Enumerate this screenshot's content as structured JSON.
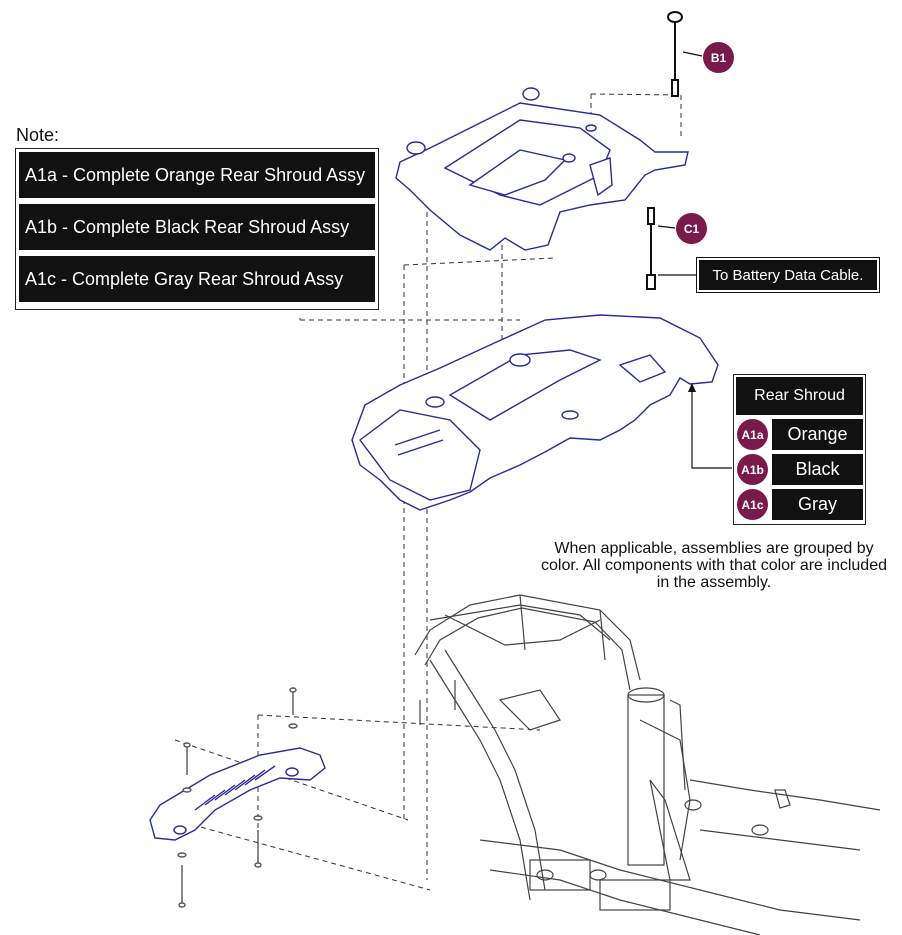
{
  "note": {
    "title": "Note:",
    "items": [
      "A1a - Complete Orange Rear Shroud Assy",
      "A1b - Complete Black Rear Shroud Assy",
      "A1c - Complete Gray Rear Shroud Assy"
    ]
  },
  "callouts": {
    "b1": "B1",
    "c1": "C1",
    "battery_cable": "To Battery Data Cable."
  },
  "legend": {
    "header": "Rear Shroud",
    "rows": [
      {
        "code": "A1a",
        "color": "Orange"
      },
      {
        "code": "A1b",
        "color": "Black"
      },
      {
        "code": "A1c",
        "color": "Gray"
      }
    ]
  },
  "assembly_note": "When applicable, assemblies are grouped by color. All components with that color are included in the assembly.",
  "colors": {
    "part_outline": "#2a2a9a",
    "badge": "#7a1a4b",
    "label_bg": "#111111"
  }
}
